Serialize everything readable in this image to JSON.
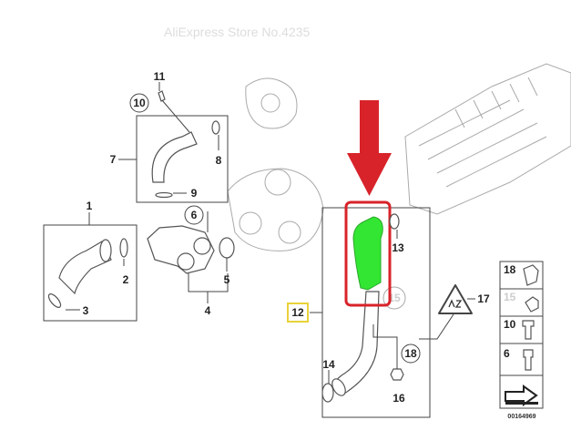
{
  "diagram": {
    "callouts": {
      "c1": "1",
      "c2": "2",
      "c3": "3",
      "c4": "4",
      "c5": "5",
      "c6": "6",
      "c7": "7",
      "c8": "8",
      "c9": "9",
      "c10": "10",
      "c11": "11",
      "c12": "12",
      "c13": "13",
      "c14": "14",
      "c15": "15",
      "c16": "16",
      "c17": "17",
      "c18": "18"
    },
    "legend": [
      "18",
      "15",
      "10",
      "6"
    ],
    "diagram_number": "00164969",
    "watermark": "AliExpress Store No.4235",
    "colors": {
      "highlight_box": "#d8232a",
      "highlight_part": "#33e633",
      "callout_box": "#e8d23a",
      "arrow": "#d8232a"
    }
  }
}
